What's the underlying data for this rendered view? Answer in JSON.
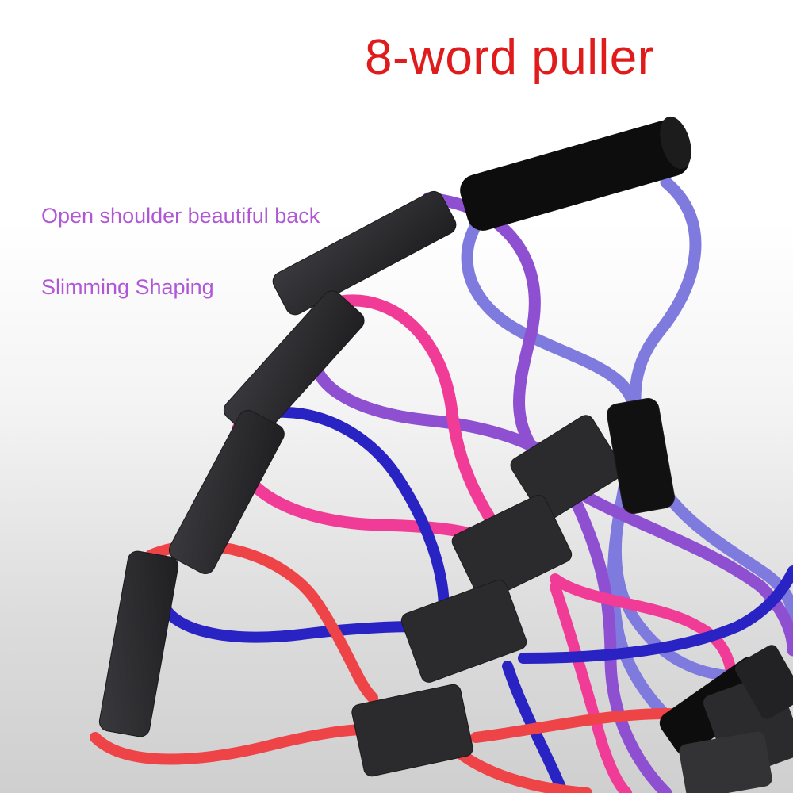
{
  "title": "8-word puller",
  "taglines": [
    "Open shoulder beautiful back",
    "Slimming Shaping"
  ],
  "colors": {
    "title": "#e01b1b",
    "tagline": "#b057d6",
    "foam": "#2b2b2e",
    "foam_black": "#0d0d0d",
    "band_light_purple": "#7f7bde",
    "band_purple": "#8e4fd1",
    "band_pink": "#f03c97",
    "band_blue": "#2a23c4",
    "band_red": "#ee4448"
  },
  "product": {
    "type": "figure-eight resistance bands",
    "band_count": 5,
    "band_colors": [
      "light-purple",
      "purple",
      "pink",
      "blue",
      "red"
    ]
  }
}
